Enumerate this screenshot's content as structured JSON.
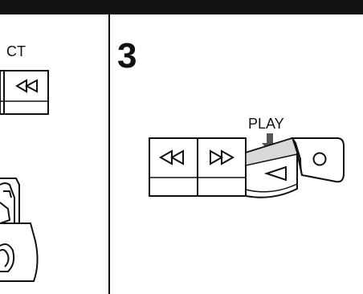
{
  "left_panel": {
    "label_partial": "CT"
  },
  "right_panel": {
    "step_number": "3",
    "play_label": "PLAY"
  },
  "icons": {
    "rewind": "rewind-icon",
    "fast_forward": "fast-forward-icon",
    "play": "play-icon",
    "eject_stop": "circle-button-icon",
    "arrow": "down-arrow-icon"
  },
  "colors": {
    "ink": "#111111",
    "line_gray": "#666666",
    "button_gray": "#bdbdbd",
    "highlight_gray": "#d9d9d9",
    "background": "#ffffff"
  }
}
